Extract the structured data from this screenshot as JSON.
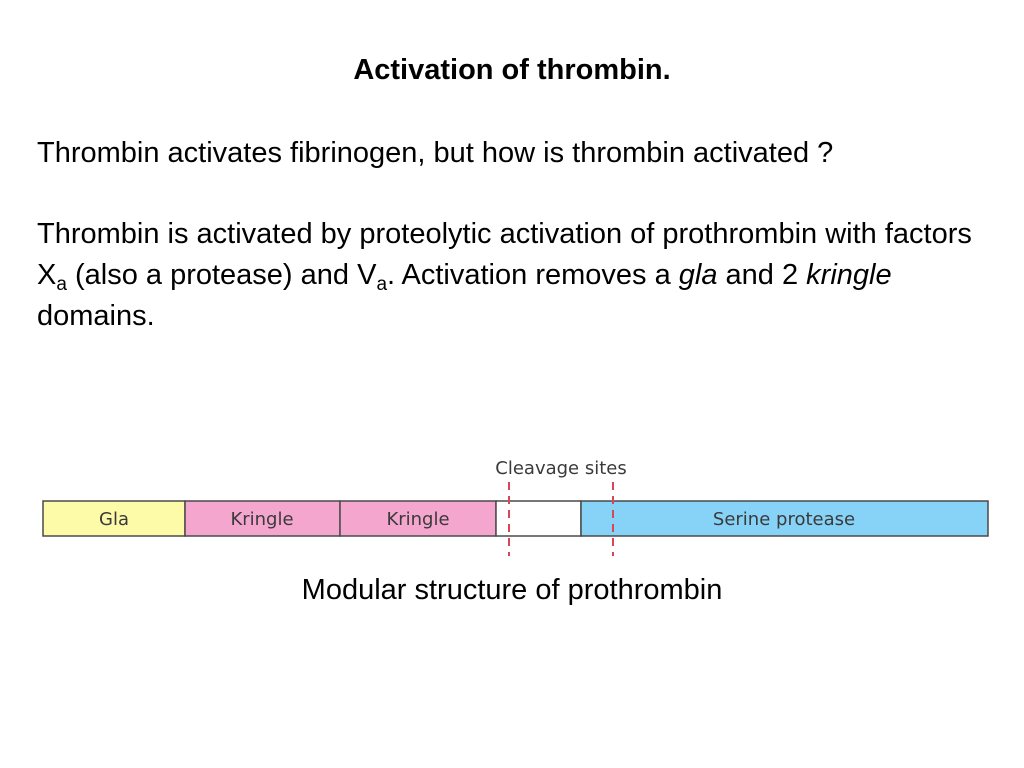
{
  "slide": {
    "title": "Activation of thrombin.",
    "paragraph1": "Thrombin activates fibrinogen, but how is thrombin activated ?",
    "paragraph2": {
      "t1": "Thrombin is activated by proteolytic activation of prothrombin with factors X",
      "sub1": "a",
      "t2": " (also a protease) and V",
      "sub2": "a",
      "t3": ". Activation removes a ",
      "em1": "gla",
      "t4": " and 2 ",
      "em2": "kringle",
      "t5": " domains."
    },
    "caption": "Modular structure of prothrombin"
  },
  "diagram": {
    "cleavage_label": "Cleavage sites",
    "domains": [
      {
        "label": "Gla",
        "color": "#fdfba8"
      },
      {
        "label": "Kringle",
        "color": "#f4a6cf"
      },
      {
        "label": "Kringle",
        "color": "#f4a6cf"
      },
      {
        "label": "",
        "color": "#ffffff"
      },
      {
        "label": "Serine protease",
        "color": "#86d3f7"
      }
    ],
    "border_color": "#4a4a4a",
    "cleavage_line_color": "#d9455a",
    "label_color": "#3a3a3a"
  }
}
